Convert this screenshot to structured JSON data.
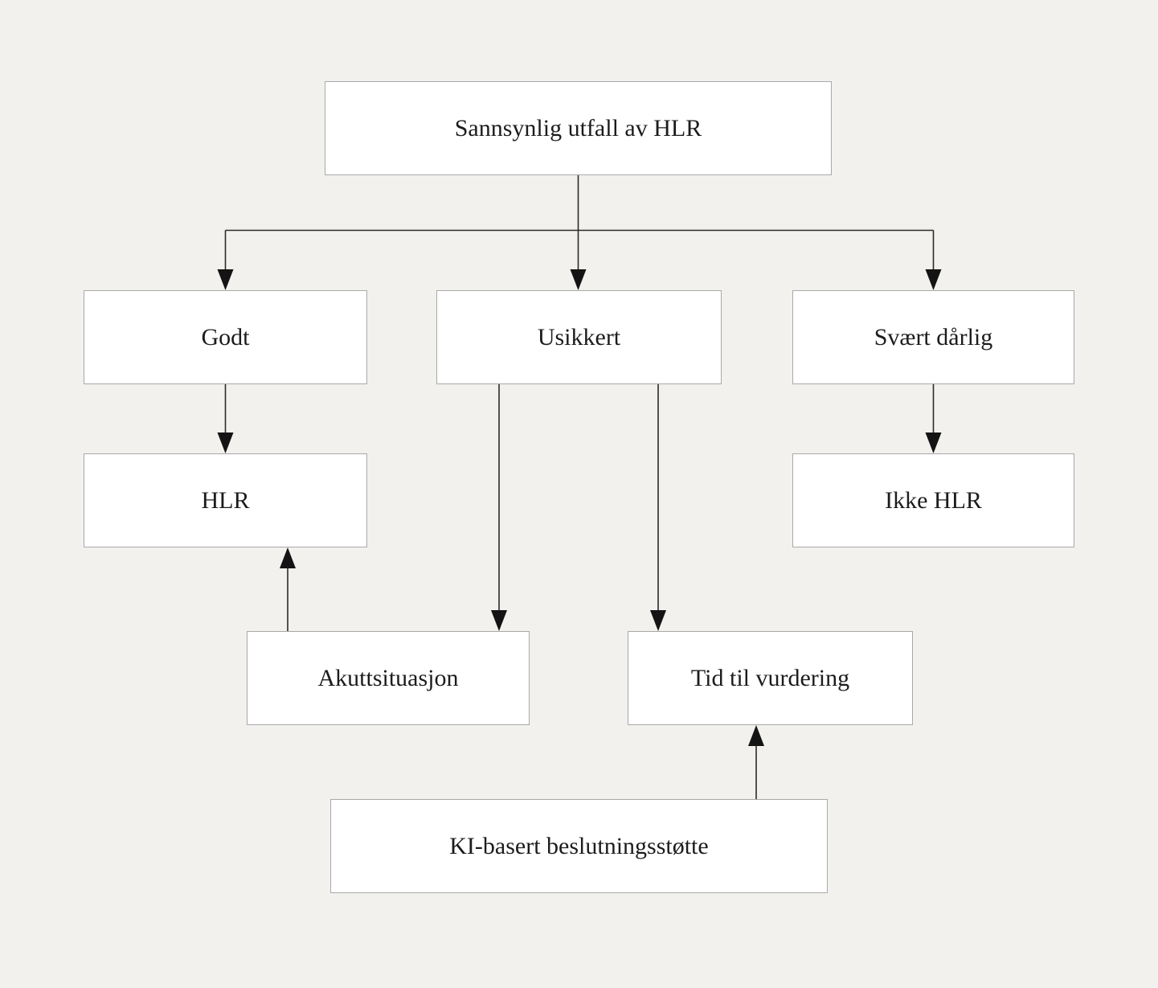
{
  "diagram": {
    "nodes": [
      {
        "id": "outcome",
        "label": "Sannsynlig utfall av HLR"
      },
      {
        "id": "godt",
        "label": "Godt"
      },
      {
        "id": "usikkert",
        "label": "Usikkert"
      },
      {
        "id": "svaert-daarlig",
        "label": "Svært dårlig"
      },
      {
        "id": "hlr",
        "label": "HLR"
      },
      {
        "id": "ikke-hlr",
        "label": "Ikke HLR"
      },
      {
        "id": "akuttsituasjon",
        "label": "Akuttsituasjon"
      },
      {
        "id": "tid-til-vurdering",
        "label": "Tid til vurdering"
      },
      {
        "id": "ki-stotte",
        "label": "KI-basert beslutningsstøtte"
      }
    ],
    "edges": [
      {
        "from": "outcome",
        "to": "godt",
        "arrow": "down"
      },
      {
        "from": "outcome",
        "to": "usikkert",
        "arrow": "down"
      },
      {
        "from": "outcome",
        "to": "svaert-daarlig",
        "arrow": "down"
      },
      {
        "from": "godt",
        "to": "hlr",
        "arrow": "down"
      },
      {
        "from": "svaert-daarlig",
        "to": "ikke-hlr",
        "arrow": "down"
      },
      {
        "from": "usikkert",
        "to": "akuttsituasjon",
        "arrow": "down"
      },
      {
        "from": "usikkert",
        "to": "tid-til-vurdering",
        "arrow": "down"
      },
      {
        "from": "akuttsituasjon",
        "to": "hlr",
        "arrow": "up"
      },
      {
        "from": "ki-stotte",
        "to": "tid-til-vurdering",
        "arrow": "up"
      }
    ],
    "colors": {
      "background": "#f2f1ee",
      "node_fill": "#ffffff",
      "node_border": "#a9a9a9",
      "line": "#2b2b2b",
      "arrowhead": "#141414",
      "text": "#1c1c1c"
    }
  }
}
